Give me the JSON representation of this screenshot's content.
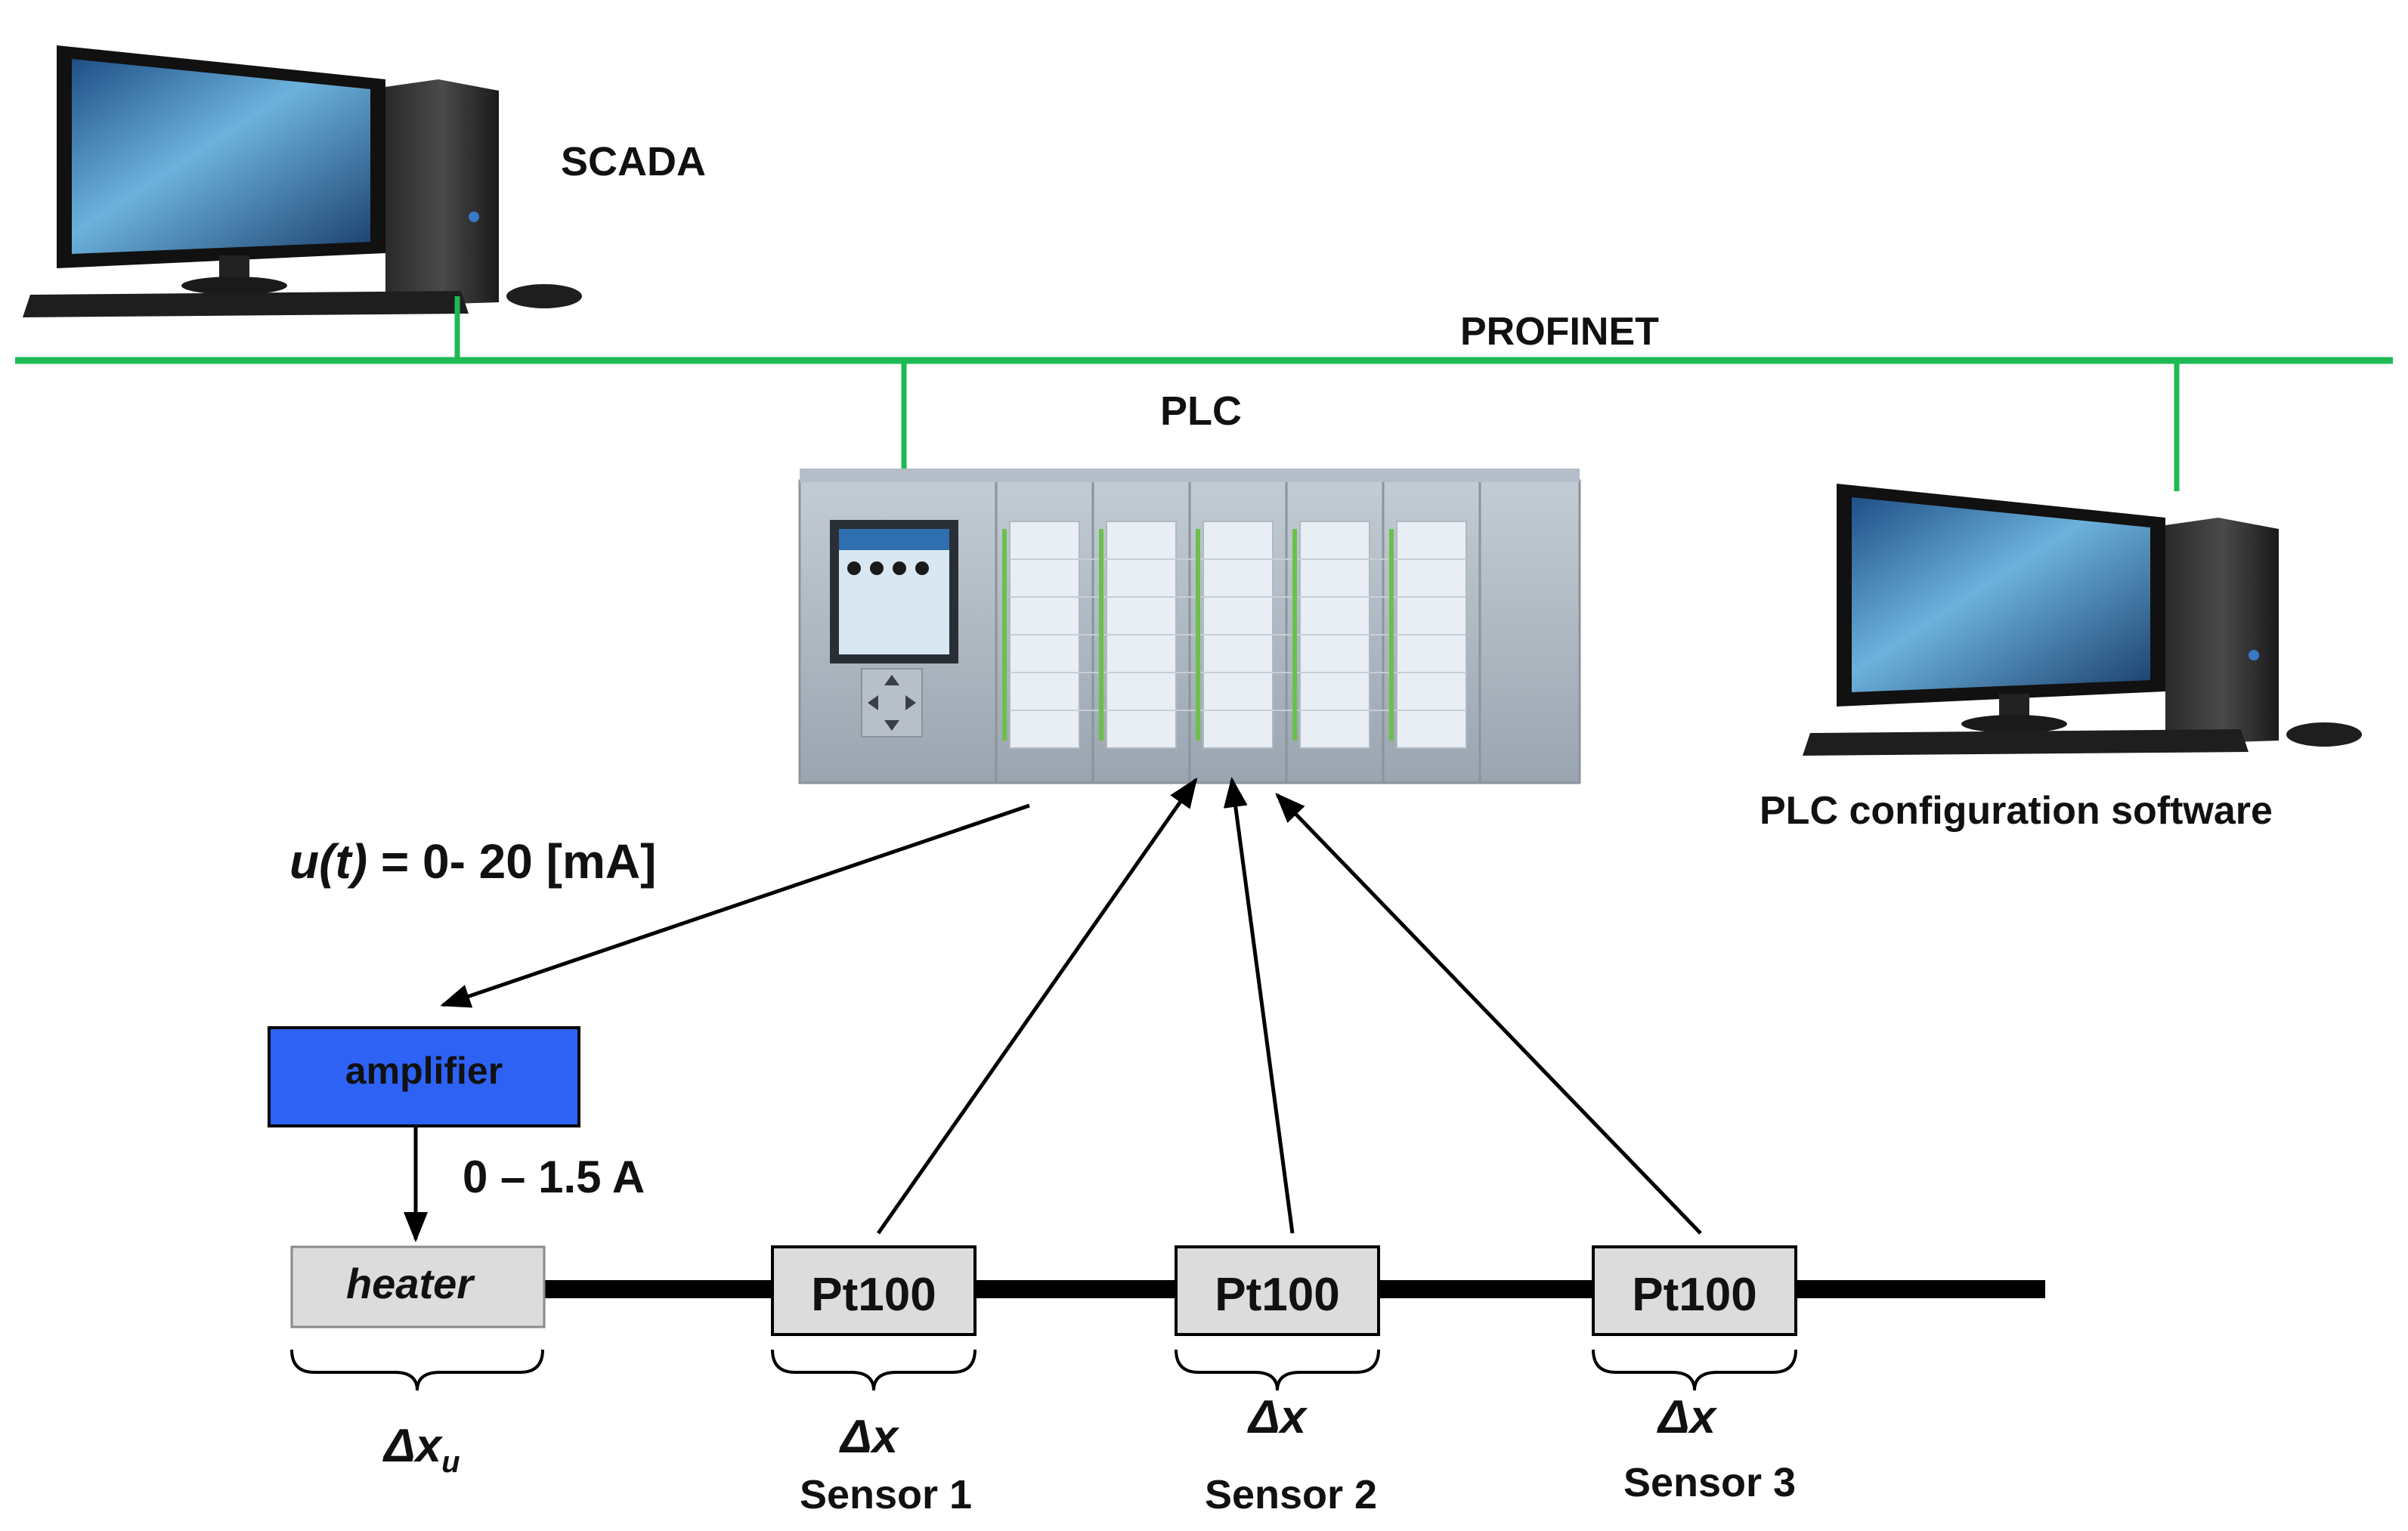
{
  "labels": {
    "scada": "SCADA",
    "profinet": "PROFINET",
    "plc": "PLC",
    "plc_software": "PLC configuration software",
    "control_signal_var": "u(t)",
    "control_signal_range": " = 0- 20 [mA]",
    "current_range": "0 – 1.5 A",
    "amplifier": "amplifier",
    "heater": "heater",
    "dx_u_main": "Δx",
    "dx_u_sub": "u",
    "sensor_type": "Pt100",
    "dx": "Δx",
    "sensor1": "Sensor 1",
    "sensor2": "Sensor 2",
    "sensor3": "Sensor 3"
  },
  "colors": {
    "network_line": "#1db954",
    "amplifier_fill": "#2e62f4",
    "heater_fill": "#dcdcdc",
    "rod": "#000000",
    "plc_body": "#a9b3bd",
    "monitor_screen": "#5aa0d0"
  },
  "icons": [
    "desktop-computer-icon",
    "plc-rack-icon"
  ]
}
